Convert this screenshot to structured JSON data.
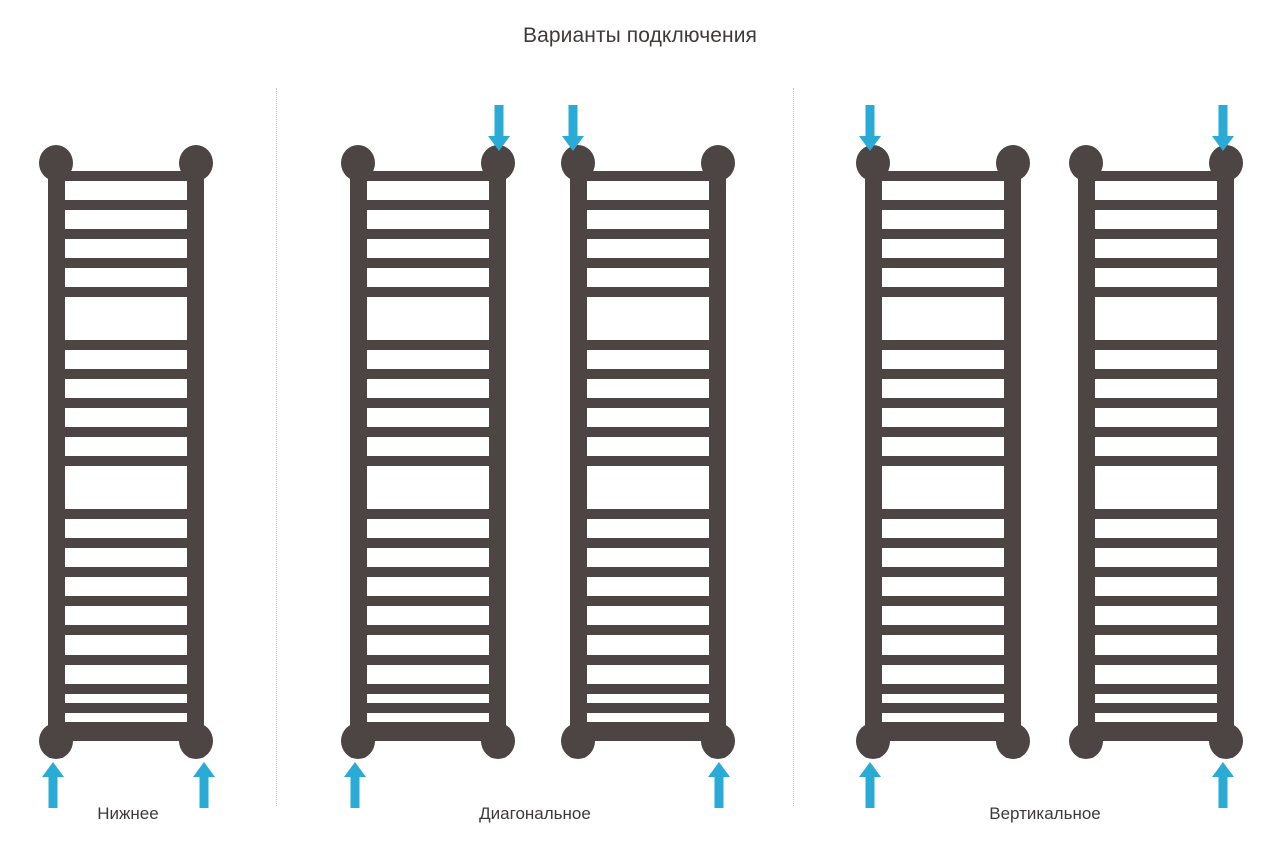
{
  "title": "Варианты подключения",
  "colors": {
    "radiator": "#4c4543",
    "radiator_shadow": "#3f3937",
    "arrow": "#29ABD6",
    "divider": "#c9c5c4",
    "text": "#3f3a39",
    "background": "#ffffff"
  },
  "chart_data": {
    "type": "diagram",
    "title": "Варианты подключения",
    "subject": "heated-towel-rail-connection-schemes",
    "panel_count": 3,
    "rung_groups": 4,
    "rungs_per_group": 5,
    "total_rungs": 20,
    "panels": [
      {
        "id": "bottom",
        "label": "Нижнее",
        "radiators": 1,
        "arrows": [
          {
            "position": "bottom-left",
            "direction": "up"
          },
          {
            "position": "bottom-right",
            "direction": "up"
          }
        ]
      },
      {
        "id": "diagonal",
        "label": "Диагональное",
        "radiators": 2,
        "arrows": [
          {
            "position": "top-right",
            "direction": "down",
            "radiator": 1
          },
          {
            "position": "bottom-left",
            "direction": "up",
            "radiator": 1
          },
          {
            "position": "top-left",
            "direction": "down",
            "radiator": 2
          },
          {
            "position": "bottom-right",
            "direction": "up",
            "radiator": 2
          }
        ]
      },
      {
        "id": "vertical",
        "label": "Вертикальное",
        "radiators": 2,
        "arrows": [
          {
            "position": "top-left",
            "direction": "down",
            "radiator": 1
          },
          {
            "position": "bottom-left",
            "direction": "up",
            "radiator": 1
          },
          {
            "position": "top-right",
            "direction": "down",
            "radiator": 2
          },
          {
            "position": "bottom-right",
            "direction": "up",
            "radiator": 2
          }
        ]
      }
    ]
  },
  "panels": {
    "left": {
      "label": "Нижнее"
    },
    "middle": {
      "label": "Диагональное"
    },
    "right": {
      "label": "Вертикальное"
    }
  },
  "icons": {
    "arrow_up": "arrow-up-icon",
    "arrow_down": "arrow-down-icon",
    "radiator": "towel-rail-icon"
  }
}
